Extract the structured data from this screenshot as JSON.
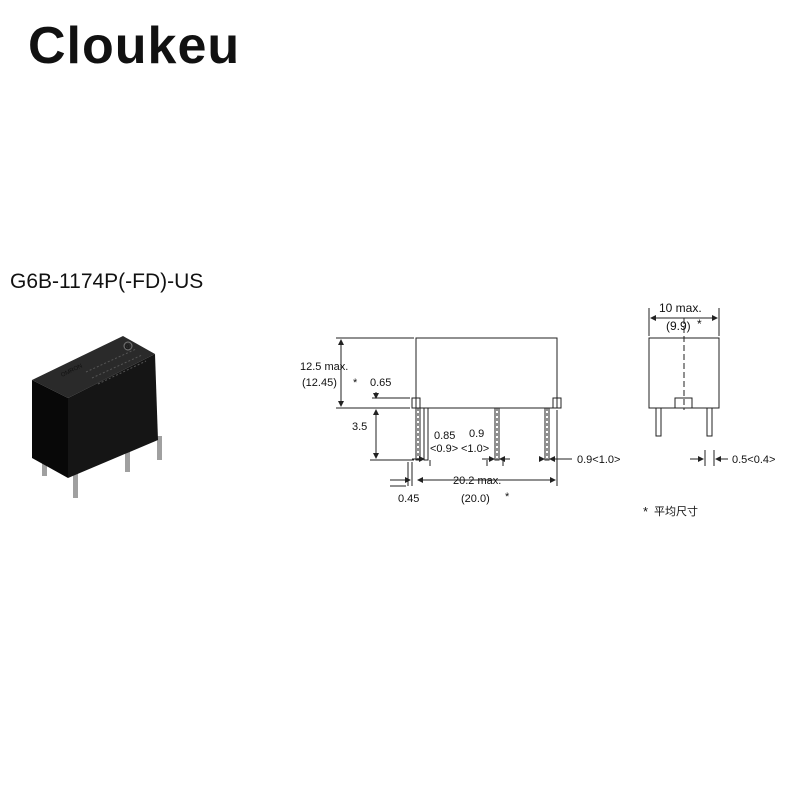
{
  "brand": "Cloukeu",
  "model": "G6B-1174P(-FD)-US",
  "front_view": {
    "height_max": "12.5 max.",
    "height_avg": "(12.45)",
    "pin_offset": "0.65",
    "pin_length": "3.5",
    "pin_a_width": "0.85",
    "pin_a_avg": "<0.9>",
    "pin_b_width": "0.9",
    "pin_b_avg": "<1.0>",
    "pin_right_width": "0.9<1.0>",
    "length_max": "20.2 max.",
    "length_avg": "(20.0)",
    "pin_left_gap": "0.45"
  },
  "side_view": {
    "width_max": "10 max.",
    "width_avg": "(9.9)",
    "pin_width": "0.5<0.4>"
  },
  "notes": {
    "asterisk": "*",
    "average_label": "平均尺寸"
  },
  "relay_marking": {
    "brand": "OMRON",
    "logo": "G"
  },
  "colors": {
    "line": "#222222",
    "relay_body": "#121212",
    "pin": "#9a9a9a"
  }
}
